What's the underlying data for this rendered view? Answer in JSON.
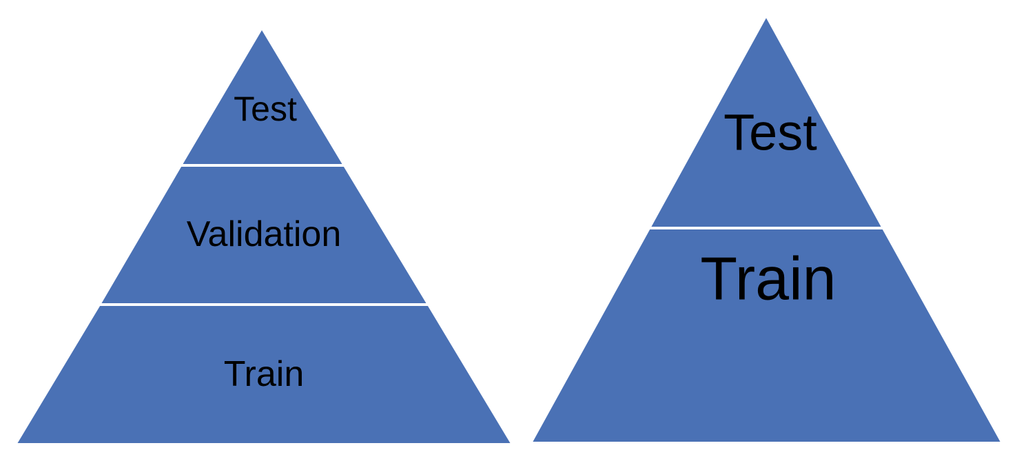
{
  "colors": {
    "segment_fill": "#4a71b5",
    "divider": "#ffffff",
    "label_text": "#000000",
    "background": "#ffffff"
  },
  "left_pyramid": {
    "top_label": "Test",
    "middle_label": "Validation",
    "bottom_label": "Train"
  },
  "right_pyramid": {
    "top_label": "Test",
    "bottom_label": "Train"
  }
}
